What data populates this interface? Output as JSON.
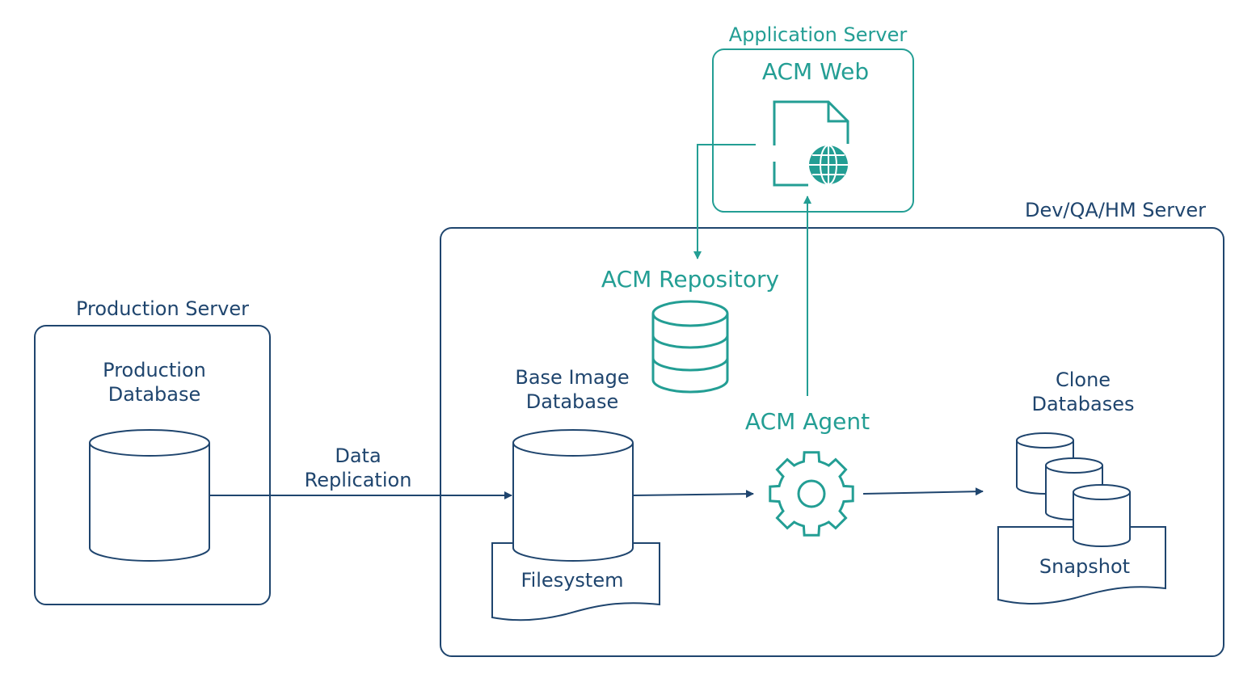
{
  "labels": {
    "app_server": "Application Server",
    "acm_web": "ACM Web",
    "dev_server": "Dev/QA/HM Server",
    "acm_repository": "ACM Repository",
    "production_server": "Production Server",
    "production_db_1": "Production",
    "production_db_2": "Database",
    "base_image_1": "Base Image",
    "base_image_2": "Database",
    "acm_agent": "ACM Agent",
    "clone_1": "Clone",
    "clone_2": "Databases",
    "data_replication_1": "Data",
    "data_replication_2": "Replication",
    "filesystem": "Filesystem",
    "snapshot": "Snapshot"
  },
  "icons": {
    "web": "web-page-globe-icon",
    "repository": "database-stack-icon",
    "agent": "gear-icon",
    "database": "database-cylinder-icon"
  },
  "colors": {
    "navy": "#1f456e",
    "teal": "#239e94",
    "background": "#ffffff"
  }
}
